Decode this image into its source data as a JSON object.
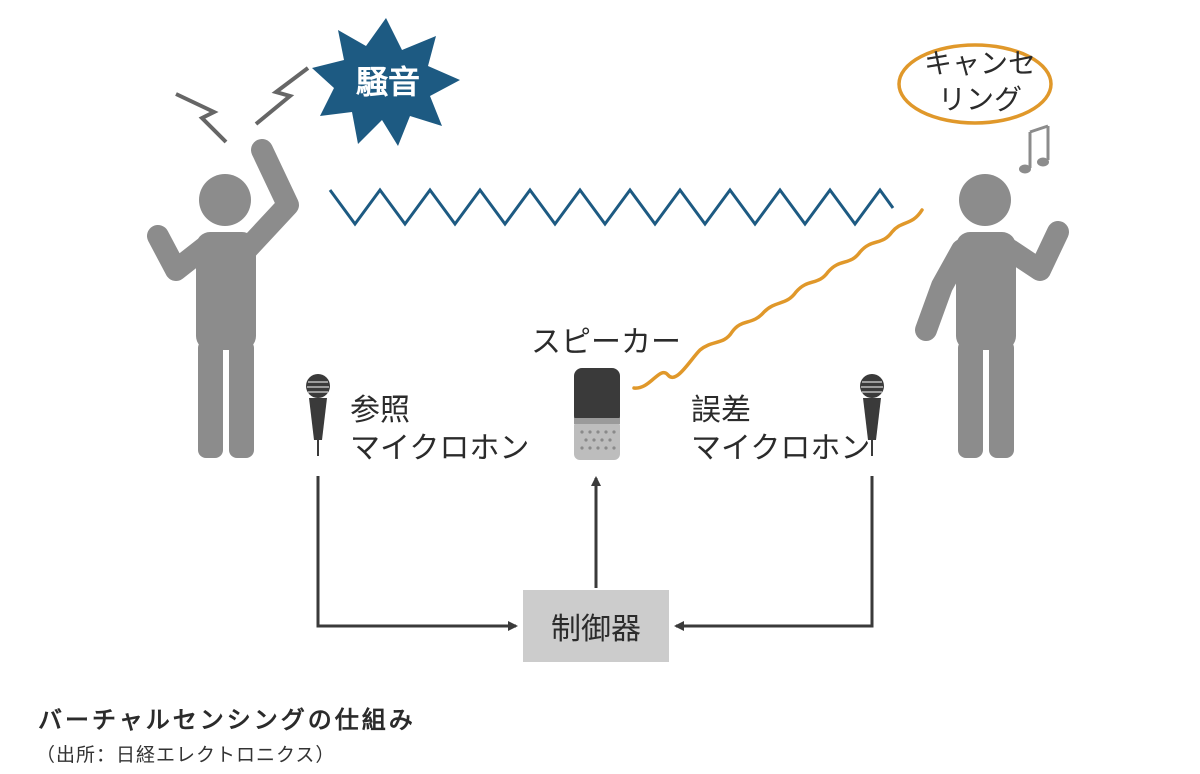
{
  "labels": {
    "noise": "騒音",
    "canceling_line1": "キャンセ",
    "canceling_line2": "リング",
    "speaker": "スピーカー",
    "reference_mic_line1": "参照",
    "reference_mic_line2": "マイクロホン",
    "error_mic_line1": "誤差",
    "error_mic_line2": "マイクロホン",
    "controller": "制御器"
  },
  "caption": {
    "title": "バーチャルセンシングの仕組み",
    "source": "（出所：日経エレクトロニクス）"
  },
  "colors": {
    "person": "#8c8c8c",
    "noise_burst": "#1d5a82",
    "noise_wave": "#1d5a82",
    "anti_noise_wave": "#e0982a",
    "oval_outline": "#e0982a",
    "controller_box": "#cccccc",
    "arrows": "#3a3a3a",
    "microphone": "#3a3a3a",
    "speaker_body": "#3a3a3a",
    "speaker_grille": "#bdbdbd"
  },
  "icons": [
    "lightning-bolt-icon",
    "music-note-icon",
    "microphone-icon",
    "smart-speaker-icon",
    "person-icon"
  ]
}
